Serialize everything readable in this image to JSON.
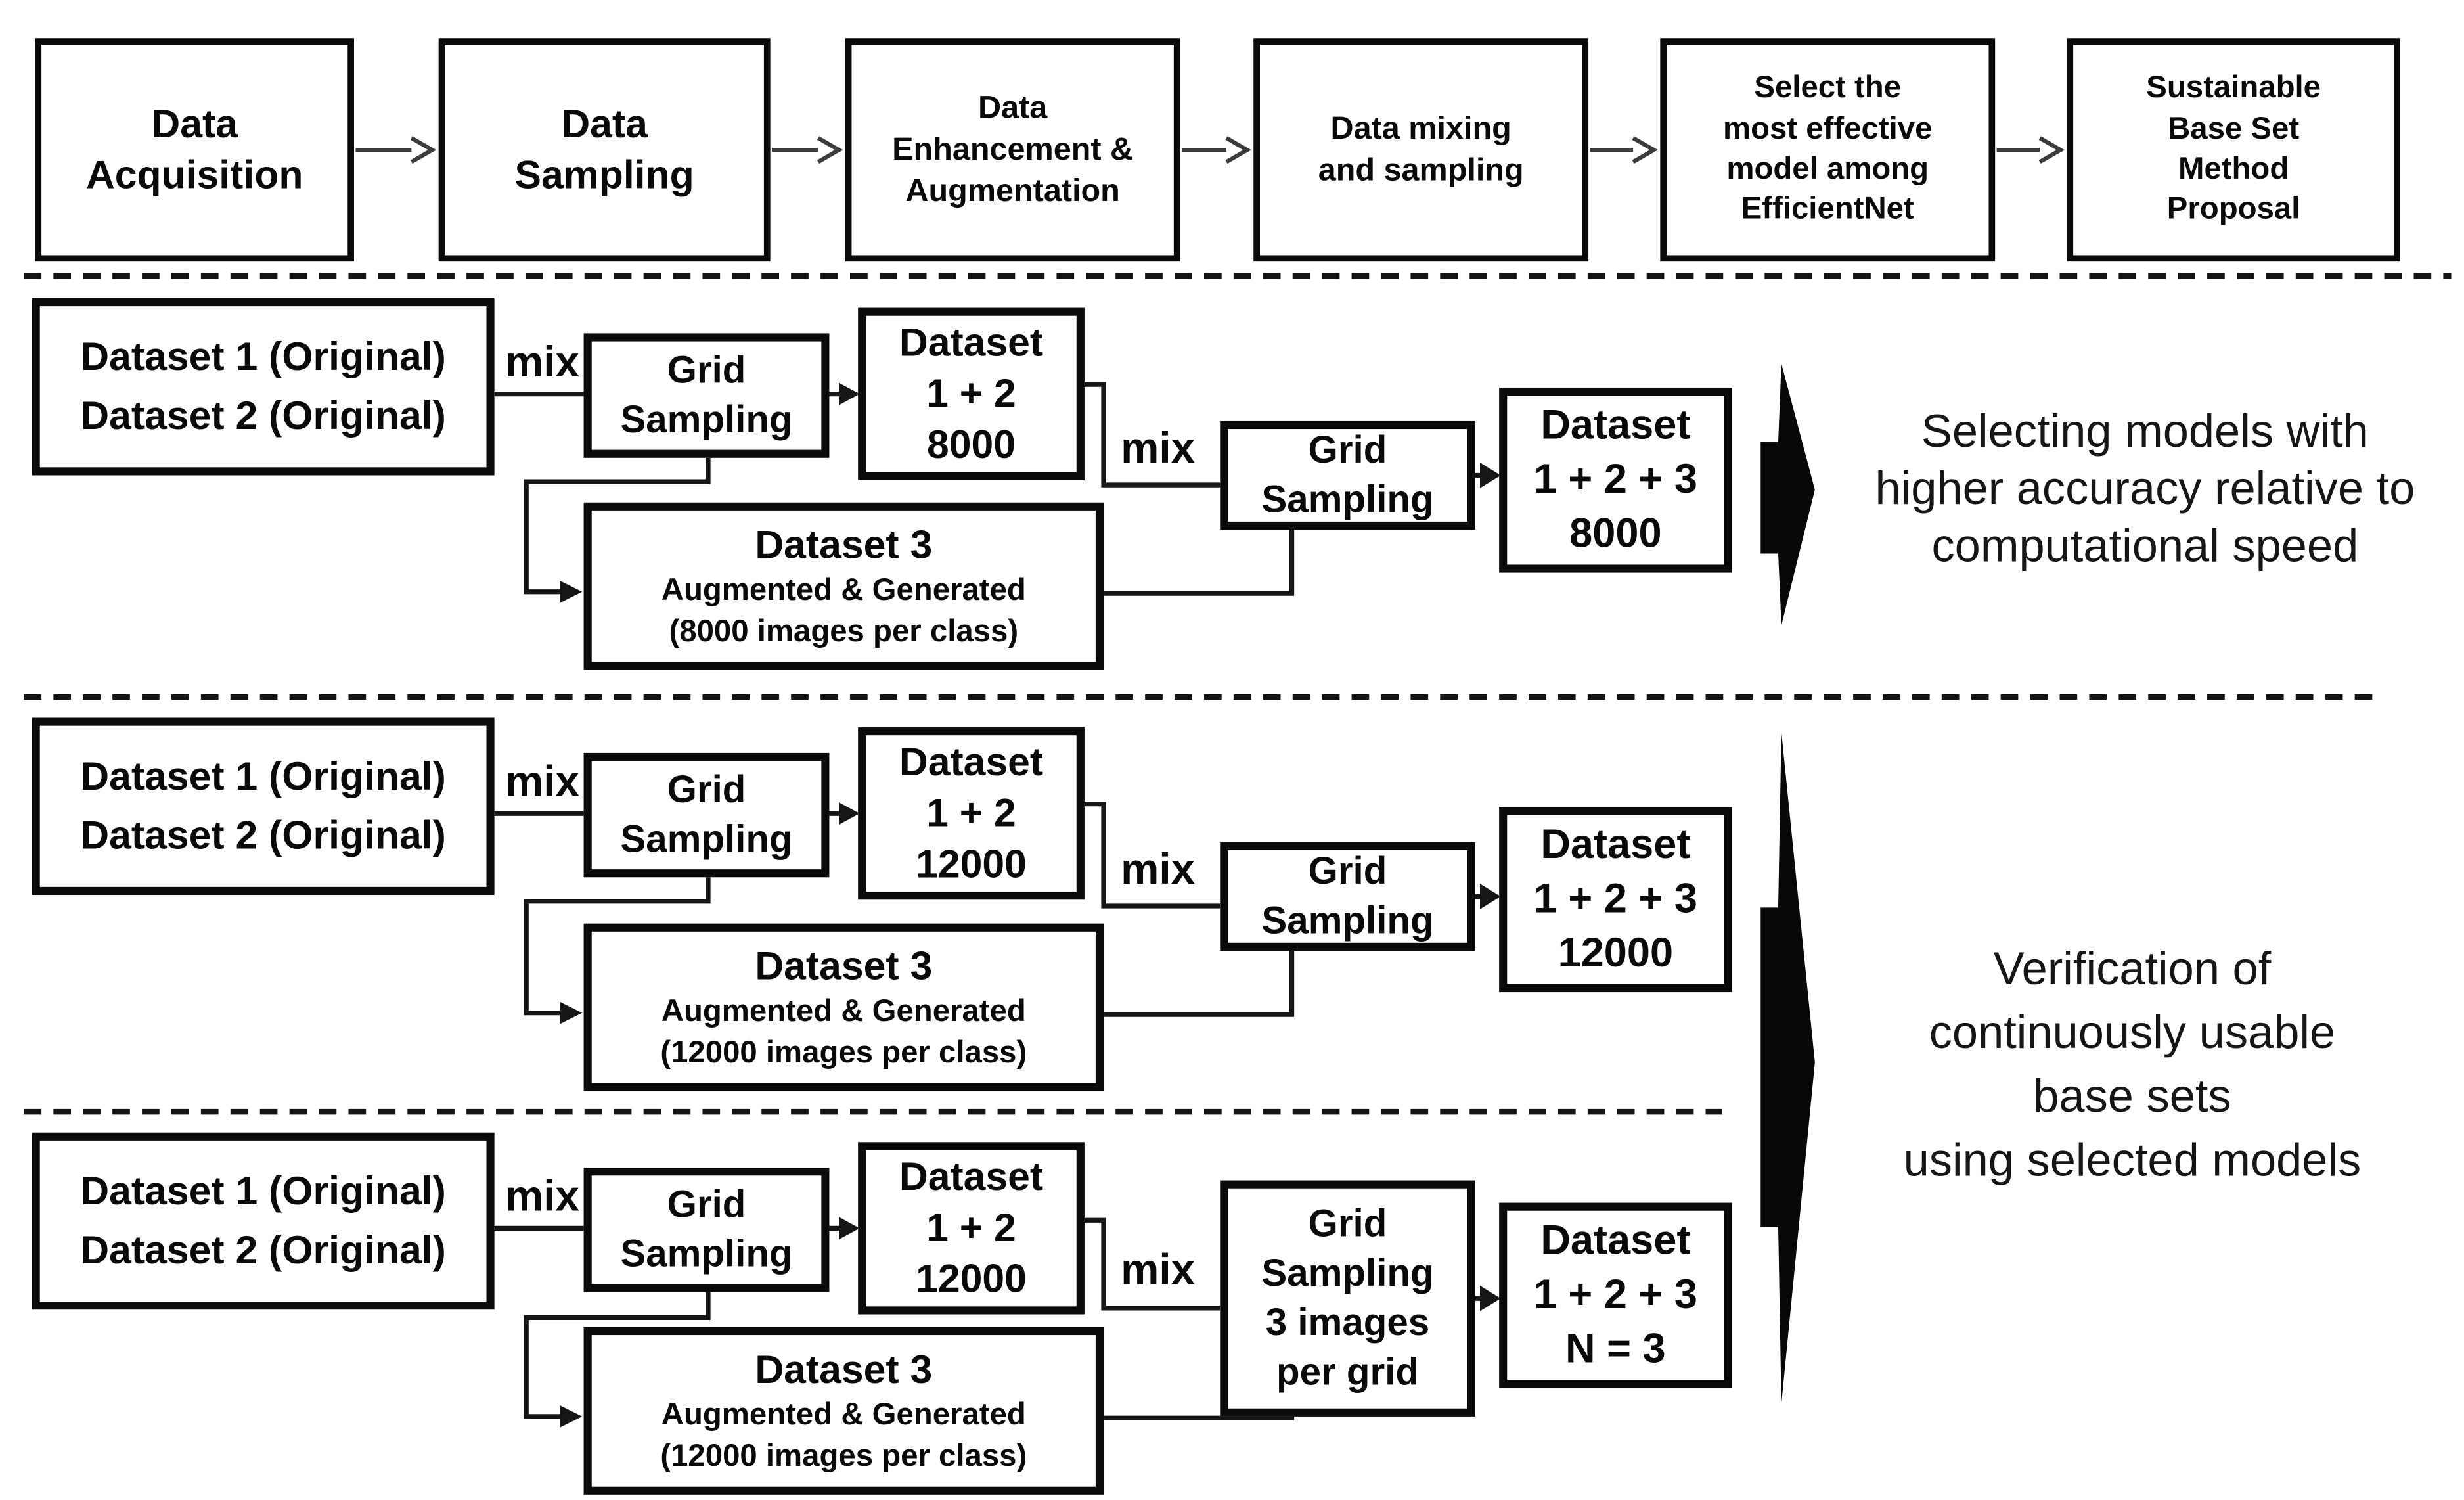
{
  "title_row": {
    "steps": [
      {
        "label": "Data\nAcquisition"
      },
      {
        "label": "Data\nSampling"
      },
      {
        "label": "Data\nEnhancement &\nAugmentation"
      },
      {
        "label": "Data mixing\nand sampling"
      },
      {
        "label": "Select the\nmost effective\nmodel among\nEfficientNet"
      },
      {
        "label": "Sustainable\nBase Set\nMethod\nProposal"
      }
    ]
  },
  "sections": [
    {
      "source_label": "Dataset 1 (Original)\nDataset 2 (Original)",
      "mix_label_1": "mix",
      "grid_sampling_1": "Grid\nSampling",
      "merged_label": "Dataset\n1 + 2\n8000",
      "mix_label_2": "mix",
      "grid_sampling_2": "Grid\nSampling",
      "result_label": "Dataset\n1 + 2 + 3\n8000",
      "dataset3_title": "Dataset 3",
      "dataset3_line2": "Augmented & Generated",
      "dataset3_line3": "(8000 images per class)"
    },
    {
      "source_label": "Dataset 1 (Original)\nDataset 2 (Original)",
      "mix_label_1": "mix",
      "grid_sampling_1": "Grid\nSampling",
      "merged_label": "Dataset\n1 + 2\n12000",
      "mix_label_2": "mix",
      "grid_sampling_2": "Grid\nSampling",
      "result_label": "Dataset\n1 + 2 + 3\n12000",
      "dataset3_title": "Dataset 3",
      "dataset3_line2": "Augmented & Generated",
      "dataset3_line3": "(12000 images per class)"
    },
    {
      "source_label": "Dataset 1 (Original)\nDataset 2 (Original)",
      "mix_label_1": "mix",
      "grid_sampling_1": "Grid\nSampling",
      "merged_label": "Dataset\n1 + 2\n12000",
      "mix_label_2": "mix",
      "grid_sampling_2": "Grid\nSampling\n3 images\nper grid",
      "result_label": "Dataset\n1 + 2 + 3\nN = 3",
      "dataset3_title": "Dataset 3",
      "dataset3_line2": "Augmented & Generated",
      "dataset3_line3": "(12000 images per class)"
    }
  ],
  "annotations": [
    {
      "text": "Selecting models with\nhigher accuracy relative to\ncomputational speed"
    },
    {
      "text": "Verification of\ncontinuously usable\nbase sets\nusing selected models"
    }
  ],
  "colors": {
    "ink": "#0a0a0a",
    "connector": "#161616",
    "divider": "#141414",
    "flow_arrow": "#3c3c3c",
    "block_arrow": "#080808",
    "annotation_text": "#161616",
    "background": "#ffffff"
  }
}
